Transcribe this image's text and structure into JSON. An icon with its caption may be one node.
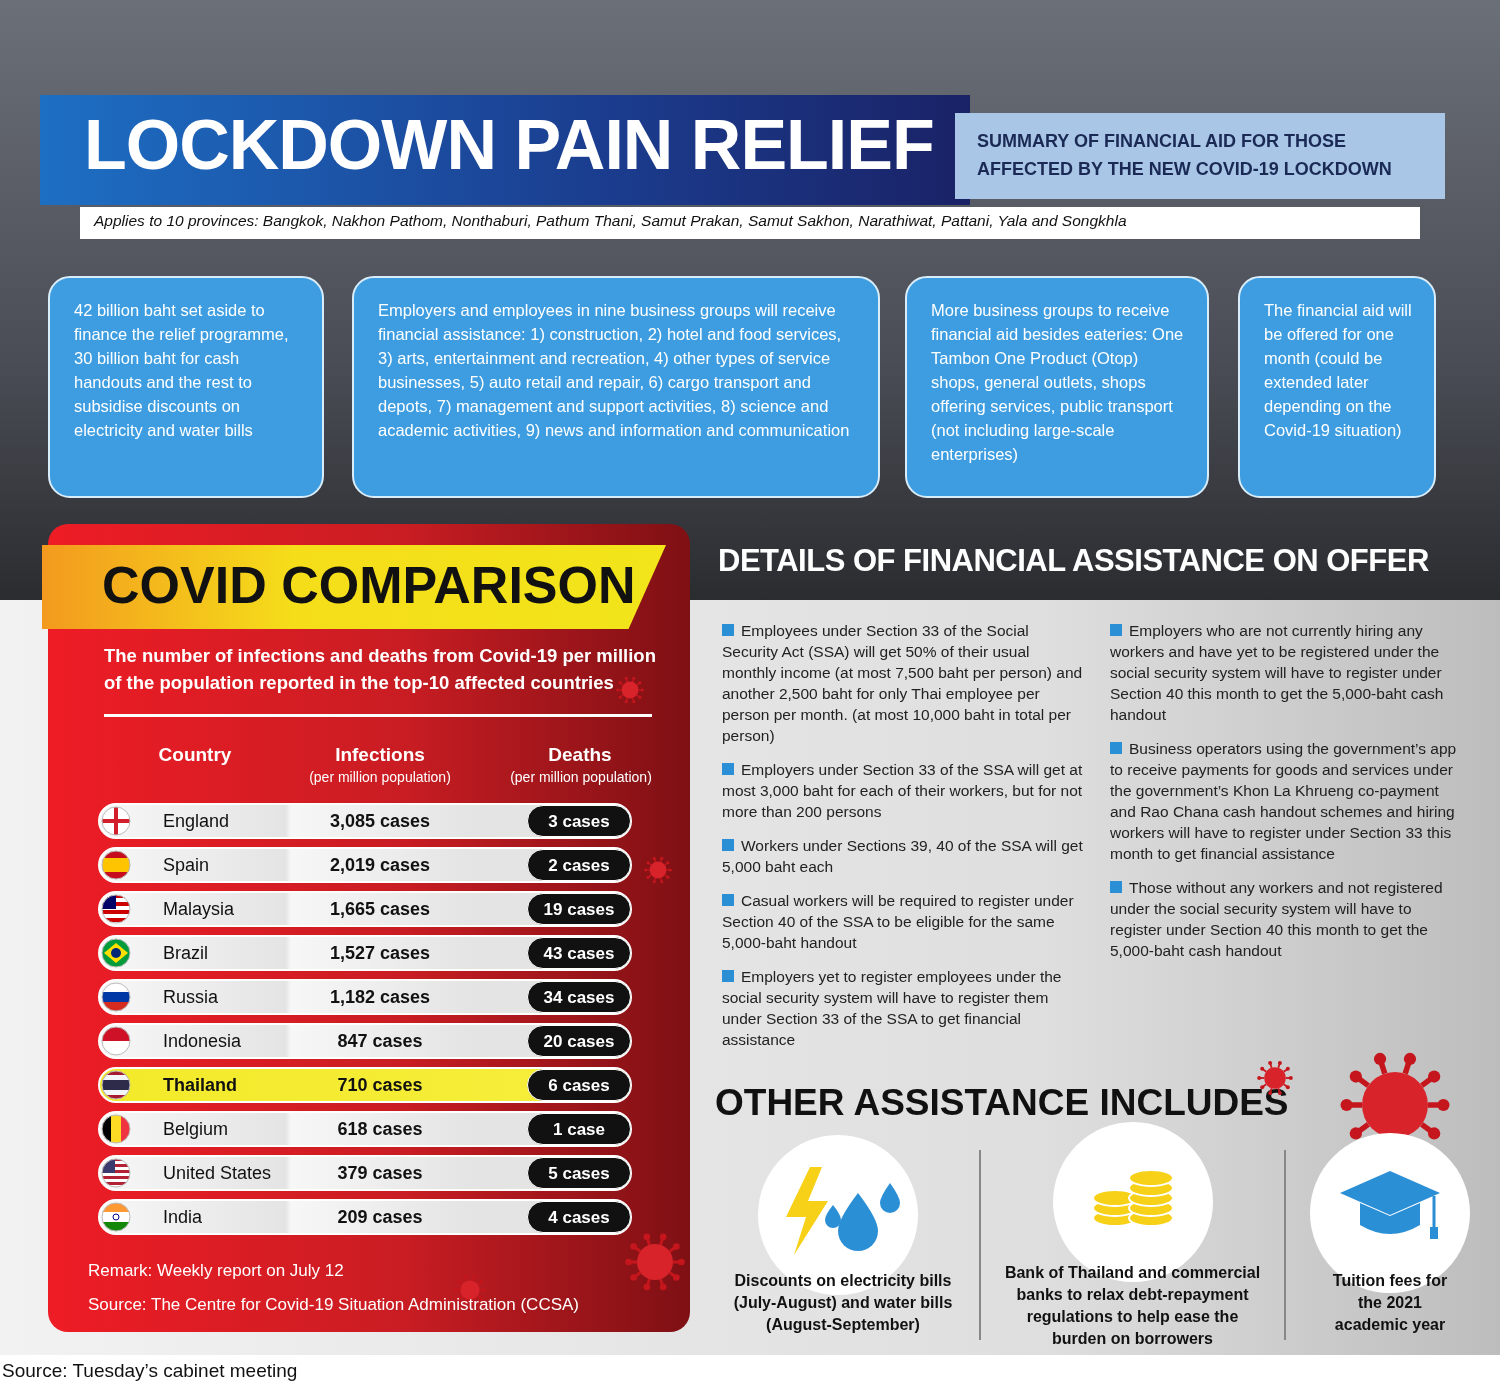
{
  "diagram": {
    "title": "LOCKDOWN PAIN RELIEF",
    "nodes": [
      {
        "text": [
          "42 billion baht set aside to finance the relief programme, 30 billion baht for cash handouts and the rest to subsidise discounts on electricity and water bills"
        ]
      },
      {
        "text": [
          "Employers and employees in nine business groups will receive financial assistance: 1) construction, 2) hotel and food services, 3) arts, entertainment and recreation, 4) other types of service businesses, 5) auto retail and repair, 6) cargo transport and depots, 7) management and support activities, 8) science and academic activities, 9) news and information and communication"
        ]
      },
      {
        "text": [
          "More business groups to receive financial aid besides eateries: One Tambon One Product (Otop) shops, general outlets, shops offering services, public transport (not including large-scale enterprises)"
        ]
      },
      {
        "text": [
          "The financial aid will be offered for one month (could be extended later depending on the Covid-19 situation)"
        ]
      }
    ],
    "labels": [
      "SUMMARY OF FINANCIAL AID FOR THOSE AFFECTED BY THE NEW COVID-19 LOCKDOWN",
      "Applies to 10 provinces: Bangkok, Nakhon Pathom, Nonthaburi, Pathum Thani, Samut Prakan, Samut Sakhon, Narathiwat, Pattani, Yala and Songkhla",
      "COVID COMPARISON",
      "The number of infections and deaths from Covid-19 per million of the population reported in the top-10 affected countries",
      "Country",
      "Infections",
      "(per million population)",
      "Deaths",
      "(per million population)",
      "England",
      "3,085 cases",
      "3 cases",
      "Spain",
      "2,019 cases",
      "2 cases",
      "Malaysia",
      "1,665 cases",
      "19 cases",
      "Brazil",
      "1,527 cases",
      "43 cases",
      "Russia",
      "1,182 cases",
      "34 cases",
      "Indonesia",
      "847 cases",
      "20 cases",
      "Thailand",
      "710 cases",
      "6 cases",
      "Belgium",
      "618 cases",
      "1 case",
      "United States",
      "379 cases",
      "5 cases",
      "India",
      "209 cases",
      "4 cases",
      "Remark: Weekly report on July 12",
      "Source: The Centre for Covid-19 Situation Administration (CCSA)",
      "DETAILS OF FINANCIAL ASSISTANCE ON OFFER",
      "Employees under Section 33 of the Social Security Act (SSA) will get 50% of their usual monthly income (at most 7,500 baht per person) and another 2,500 baht for only Thai employee per person per month. (at most 10,000 baht in total per person)",
      "Employers under Section 33 of the SSA will get at most 3,000 baht for each of their workers, but for not more than 200 persons",
      "Workers under Sections 39, 40 of the SSA will get 5,000 baht each",
      "Casual workers will be required to register under Section 40 of the SSA to be eligible for the same 5,000-baht handout",
      "Employers yet to register employees under the social security system will have to register them under Section 33 of the SSA to get financial assistance",
      "Employers who are not currently hiring any workers and have yet to be registered under the social security system will have to register under Section 40 this month to get the 5,000-baht cash handout",
      "Business operators using the government’s app to receive payments for goods and services under the government’s Khon La Khrueng co-payment and Rao Chana cash handout schemes and hiring workers will have to register under Section 33 this month to get financial assistance",
      "Those without any workers and not registered under the social security system will have to register under Section 40 this month to get the 5,000-baht cash handout",
      "OTHER ASSISTANCE INCLUDES",
      "Discounts on electricity bills (July-August) and water bills (August-September)",
      "Bank of Thailand and commercial banks to relax debt-repayment regulations to help ease the burden on borrowers",
      "Tuition fees for the 2021 academic year",
      "Source: Tuesday’s cabinet meeting"
    ]
  }
}
